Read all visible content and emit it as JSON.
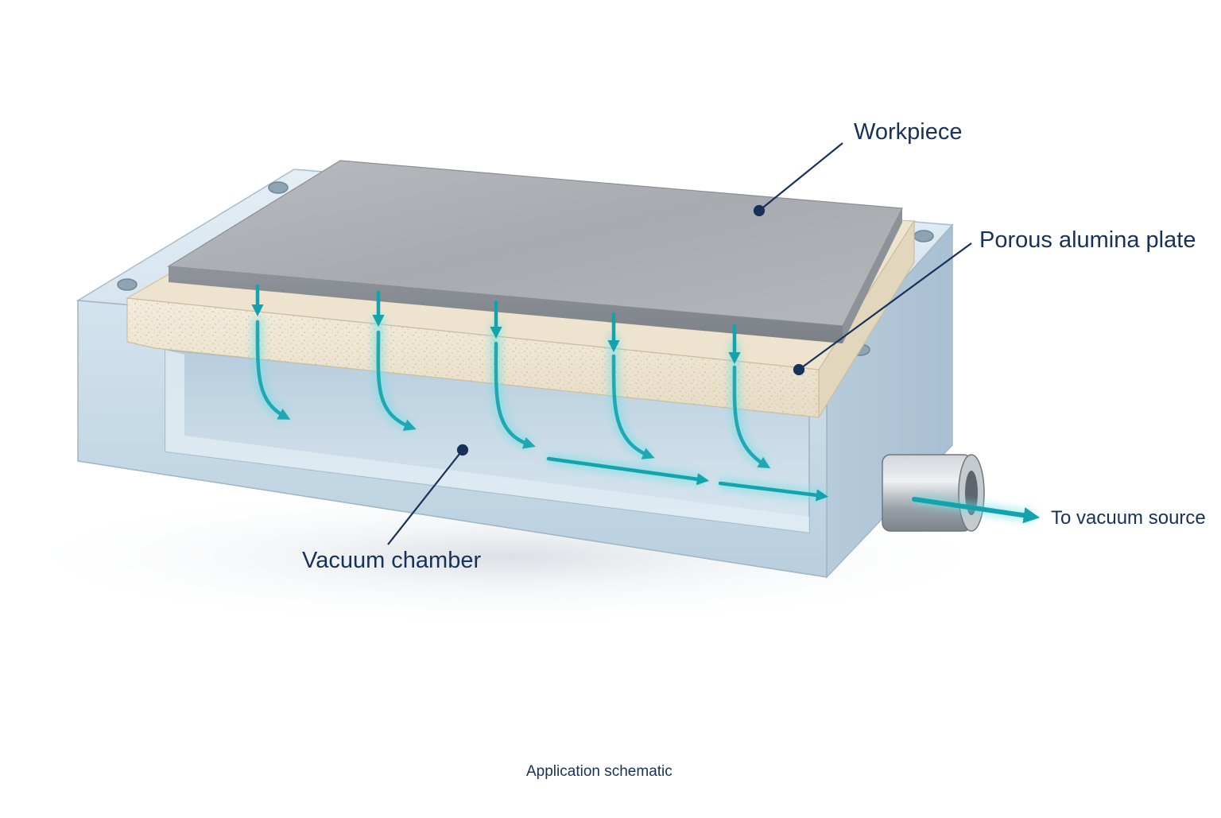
{
  "labels": {
    "workpiece": "Workpiece",
    "porous_plate": "Porous alumina plate",
    "vacuum_chamber": "Vacuum chamber",
    "vacuum_source": "To vacuum source",
    "caption": "Application schematic"
  },
  "colors": {
    "label_text": "#16315a",
    "leader_line": "#16315a",
    "flow_arrow": "#12a3ad",
    "housing": "#c6d9e6",
    "porous": "#efe6d3",
    "workpiece": "#a9adb2",
    "fitting": "#9aa1a8"
  }
}
